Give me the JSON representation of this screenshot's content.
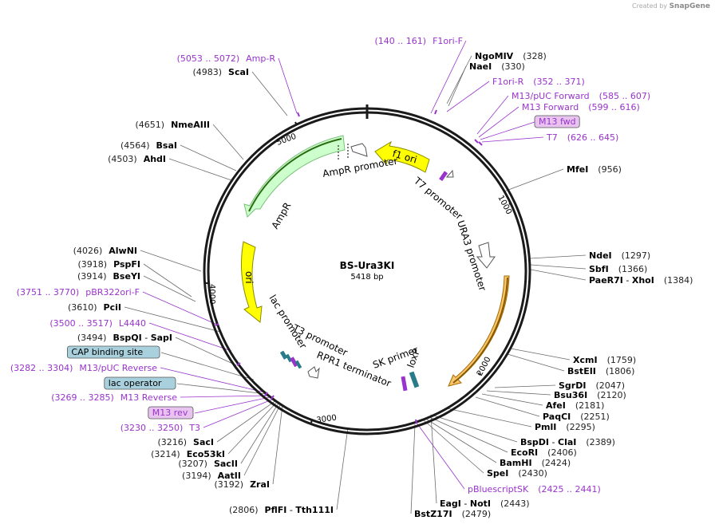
{
  "watermark": {
    "prefix": "Created by",
    "brand": "SnapGene"
  },
  "plasmid": {
    "name": "BS-Ura3KI",
    "length_text": "5418 bp"
  },
  "ticks": [
    "1000",
    "2000",
    "3000",
    "4000",
    "5000"
  ],
  "right_labels": [
    {
      "pos": "(328)",
      "names": [
        "NgoMIV"
      ],
      "kind": "enzyme"
    },
    {
      "pos": "(330)",
      "names": [
        "NaeI"
      ],
      "kind": "enzyme"
    },
    {
      "pos": "(352 .. 371)",
      "names": [
        "F1ori-R"
      ],
      "kind": "primer"
    },
    {
      "pos": "(585 .. 607)",
      "names": [
        "M13/pUC Forward"
      ],
      "kind": "primer"
    },
    {
      "pos": "(599 .. 616)",
      "names": [
        "M13 Forward"
      ],
      "kind": "primer"
    },
    {
      "pos": "",
      "names": [
        "M13 fwd"
      ],
      "kind": "boxed"
    },
    {
      "pos": "(626 .. 645)",
      "names": [
        "T7"
      ],
      "kind": "primer"
    },
    {
      "pos": "(956)",
      "names": [
        "MfeI"
      ],
      "kind": "enzyme"
    },
    {
      "pos": "(1297)",
      "names": [
        "NdeI"
      ],
      "kind": "enzyme"
    },
    {
      "pos": "(1366)",
      "names": [
        "SbfI"
      ],
      "kind": "enzyme"
    },
    {
      "pos": "(1384)",
      "names": [
        "PaeR7I",
        "XhoI"
      ],
      "kind": "enzyme"
    },
    {
      "pos": "(1759)",
      "names": [
        "XcmI"
      ],
      "kind": "enzyme"
    },
    {
      "pos": "(1806)",
      "names": [
        "BstEII"
      ],
      "kind": "enzyme"
    },
    {
      "pos": "(2047)",
      "names": [
        "SgrDI"
      ],
      "kind": "enzyme"
    },
    {
      "pos": "(2120)",
      "names": [
        "Bsu36I"
      ],
      "kind": "enzyme"
    },
    {
      "pos": "(2181)",
      "names": [
        "AfeI"
      ],
      "kind": "enzyme"
    },
    {
      "pos": "(2251)",
      "names": [
        "PaqCI"
      ],
      "kind": "enzyme"
    },
    {
      "pos": "(2295)",
      "names": [
        "PmlI"
      ],
      "kind": "enzyme"
    },
    {
      "pos": "(2389)",
      "names": [
        "BspDI",
        "ClaI"
      ],
      "kind": "enzyme"
    },
    {
      "pos": "(2406)",
      "names": [
        "EcoRI"
      ],
      "kind": "enzyme"
    },
    {
      "pos": "(2424)",
      "names": [
        "BamHI"
      ],
      "kind": "enzyme"
    },
    {
      "pos": "(2430)",
      "names": [
        "SpeI"
      ],
      "kind": "enzyme"
    },
    {
      "pos": "(2425 .. 2441)",
      "names": [
        "pBluescriptSK"
      ],
      "kind": "primer"
    },
    {
      "pos": "(2443)",
      "names": [
        "EagI",
        "NotI"
      ],
      "kind": "enzyme"
    },
    {
      "pos": "(2479)",
      "names": [
        "BstZ17I"
      ],
      "kind": "enzyme"
    }
  ],
  "left_labels": [
    {
      "pos": "(140 .. 161)",
      "names": [
        "F1ori-F"
      ],
      "kind": "primer"
    },
    {
      "pos": "(5053 .. 5072)",
      "names": [
        "Amp-R"
      ],
      "kind": "primer"
    },
    {
      "pos": "(4983)",
      "names": [
        "ScaI"
      ],
      "kind": "enzyme"
    },
    {
      "pos": "(4651)",
      "names": [
        "NmeAIII"
      ],
      "kind": "enzyme"
    },
    {
      "pos": "(4564)",
      "names": [
        "BsaI"
      ],
      "kind": "enzyme"
    },
    {
      "pos": "(4503)",
      "names": [
        "AhdI"
      ],
      "kind": "enzyme"
    },
    {
      "pos": "(4026)",
      "names": [
        "AlwNI"
      ],
      "kind": "enzyme"
    },
    {
      "pos": "(3918)",
      "names": [
        "PspFI"
      ],
      "kind": "enzyme"
    },
    {
      "pos": "(3914)",
      "names": [
        "BseYI"
      ],
      "kind": "enzyme"
    },
    {
      "pos": "(3751 .. 3770)",
      "names": [
        "pBR322ori-F"
      ],
      "kind": "primer"
    },
    {
      "pos": "(3610)",
      "names": [
        "PciI"
      ],
      "kind": "enzyme"
    },
    {
      "pos": "(3500 .. 3517)",
      "names": [
        "L4440"
      ],
      "kind": "primer"
    },
    {
      "pos": "(3494)",
      "names": [
        "BspQI",
        "SapI"
      ],
      "kind": "enzyme"
    },
    {
      "pos": "",
      "names": [
        "CAP binding site"
      ],
      "kind": "boxed_blue"
    },
    {
      "pos": "(3282 .. 3304)",
      "names": [
        "M13/pUC Reverse"
      ],
      "kind": "primer"
    },
    {
      "pos": "",
      "names": [
        "lac operator"
      ],
      "kind": "boxed_blue"
    },
    {
      "pos": "(3269 .. 3285)",
      "names": [
        "M13 Reverse"
      ],
      "kind": "primer"
    },
    {
      "pos": "",
      "names": [
        "M13 rev"
      ],
      "kind": "boxed"
    },
    {
      "pos": "(3230 .. 3250)",
      "names": [
        "T3"
      ],
      "kind": "primer"
    },
    {
      "pos": "(3216)",
      "names": [
        "SacI"
      ],
      "kind": "enzyme"
    },
    {
      "pos": "(3214)",
      "names": [
        "Eco53kI"
      ],
      "kind": "enzyme"
    },
    {
      "pos": "(3207)",
      "names": [
        "SacII"
      ],
      "kind": "enzyme"
    },
    {
      "pos": "(3194)",
      "names": [
        "AatII"
      ],
      "kind": "enzyme"
    },
    {
      "pos": "(3192)",
      "names": [
        "ZraI"
      ],
      "kind": "enzyme"
    },
    {
      "pos": "(2806)",
      "names": [
        "PflFI",
        "Tth111I"
      ],
      "kind": "enzyme"
    }
  ],
  "features": [
    {
      "name": "f1 ori",
      "color": "#ffff00"
    },
    {
      "name": "AmpR promoter",
      "color": "#ffffff"
    },
    {
      "name": "AmpR",
      "color": "#ccffcc"
    },
    {
      "name": "ori",
      "color": "#ffff00"
    },
    {
      "name": "lac promoter",
      "color": "#ffffff"
    },
    {
      "name": "T7 promoter",
      "color": "#ffffff"
    },
    {
      "name": "URA3 promoter",
      "color": "#ffffff"
    },
    {
      "name": "T3 promoter",
      "color": "#ffffff"
    },
    {
      "name": "RPR1 terminator",
      "color": "#ffffff"
    },
    {
      "name": "SK primer",
      "color": "#ffffff"
    },
    {
      "name": "loxP",
      "color": "#ffffff"
    }
  ],
  "colors": {
    "enzyme": "#000000",
    "pos": "#222222",
    "primer": "#9933cc",
    "box_purple": "#e8c3f0",
    "box_blue": "#a9d1dd",
    "backbone": "#1a1a1a"
  }
}
